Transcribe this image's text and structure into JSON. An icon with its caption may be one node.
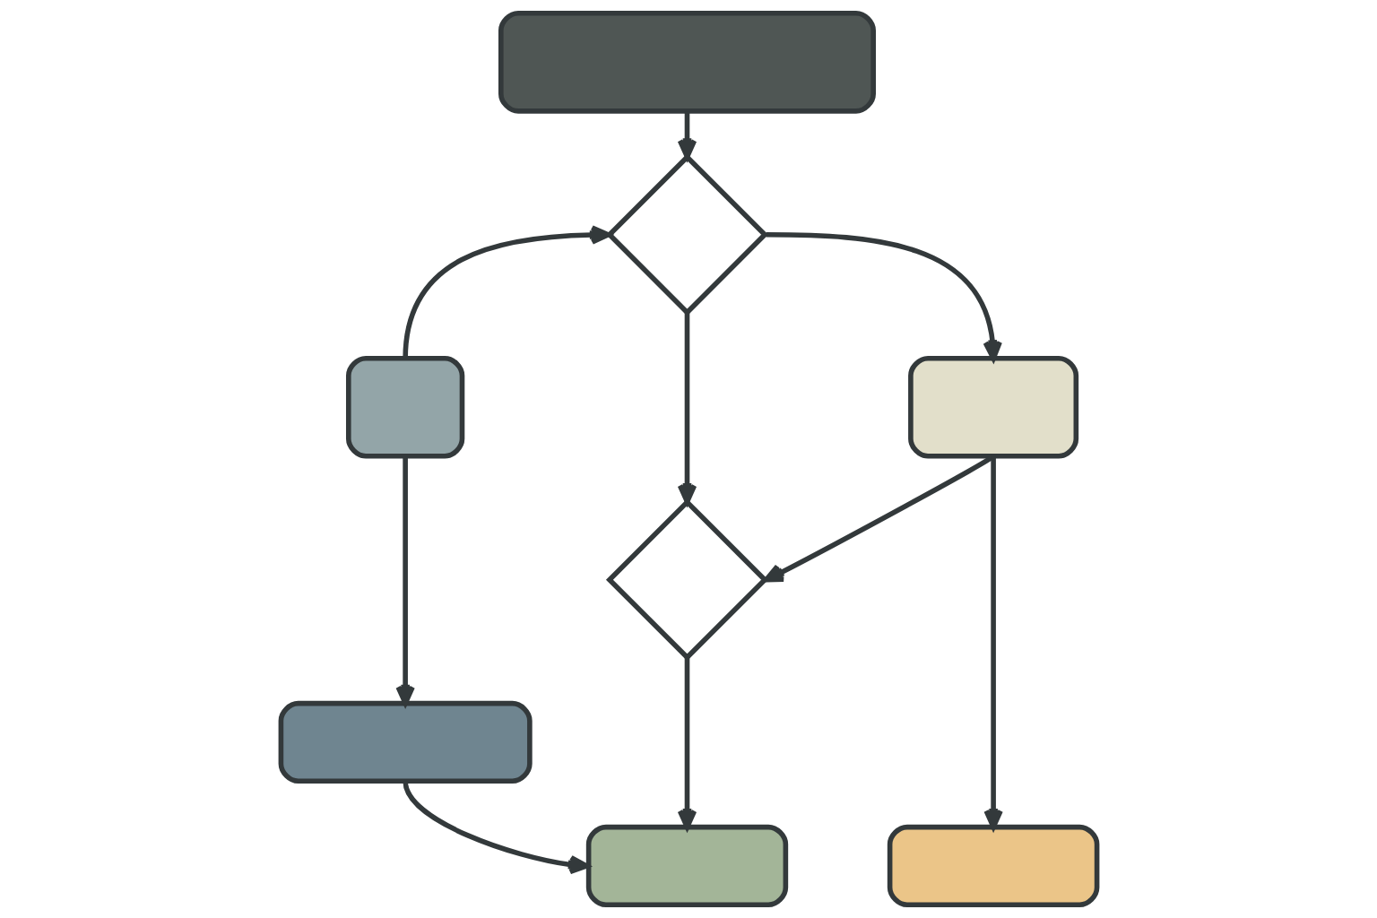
{
  "diagram": {
    "nodes": [
      {
        "text": [],
        "shape": "box"
      },
      {
        "text": [],
        "shape": "diamond"
      },
      {
        "text": [],
        "shape": "box"
      },
      {
        "text": [],
        "shape": "box"
      },
      {
        "text": [],
        "shape": "diamond"
      },
      {
        "text": [],
        "shape": "box"
      },
      {
        "text": [],
        "shape": "box"
      },
      {
        "text": [],
        "shape": "box"
      }
    ],
    "edges": [
      {
        "from": 0,
        "to": 1,
        "arrow": "to"
      },
      {
        "from": 2,
        "to": 1,
        "arrow": "to"
      },
      {
        "from": 1,
        "to": 3,
        "arrow": "to"
      },
      {
        "from": 1,
        "to": 4,
        "arrow": "to"
      },
      {
        "from": 2,
        "to": 5,
        "arrow": "to"
      },
      {
        "from": 3,
        "to": 4,
        "arrow": "to"
      },
      {
        "from": 3,
        "to": 7,
        "arrow": "to"
      },
      {
        "from": 4,
        "to": 6,
        "arrow": "to"
      },
      {
        "from": 5,
        "to": 6,
        "arrow": "to"
      }
    ]
  }
}
